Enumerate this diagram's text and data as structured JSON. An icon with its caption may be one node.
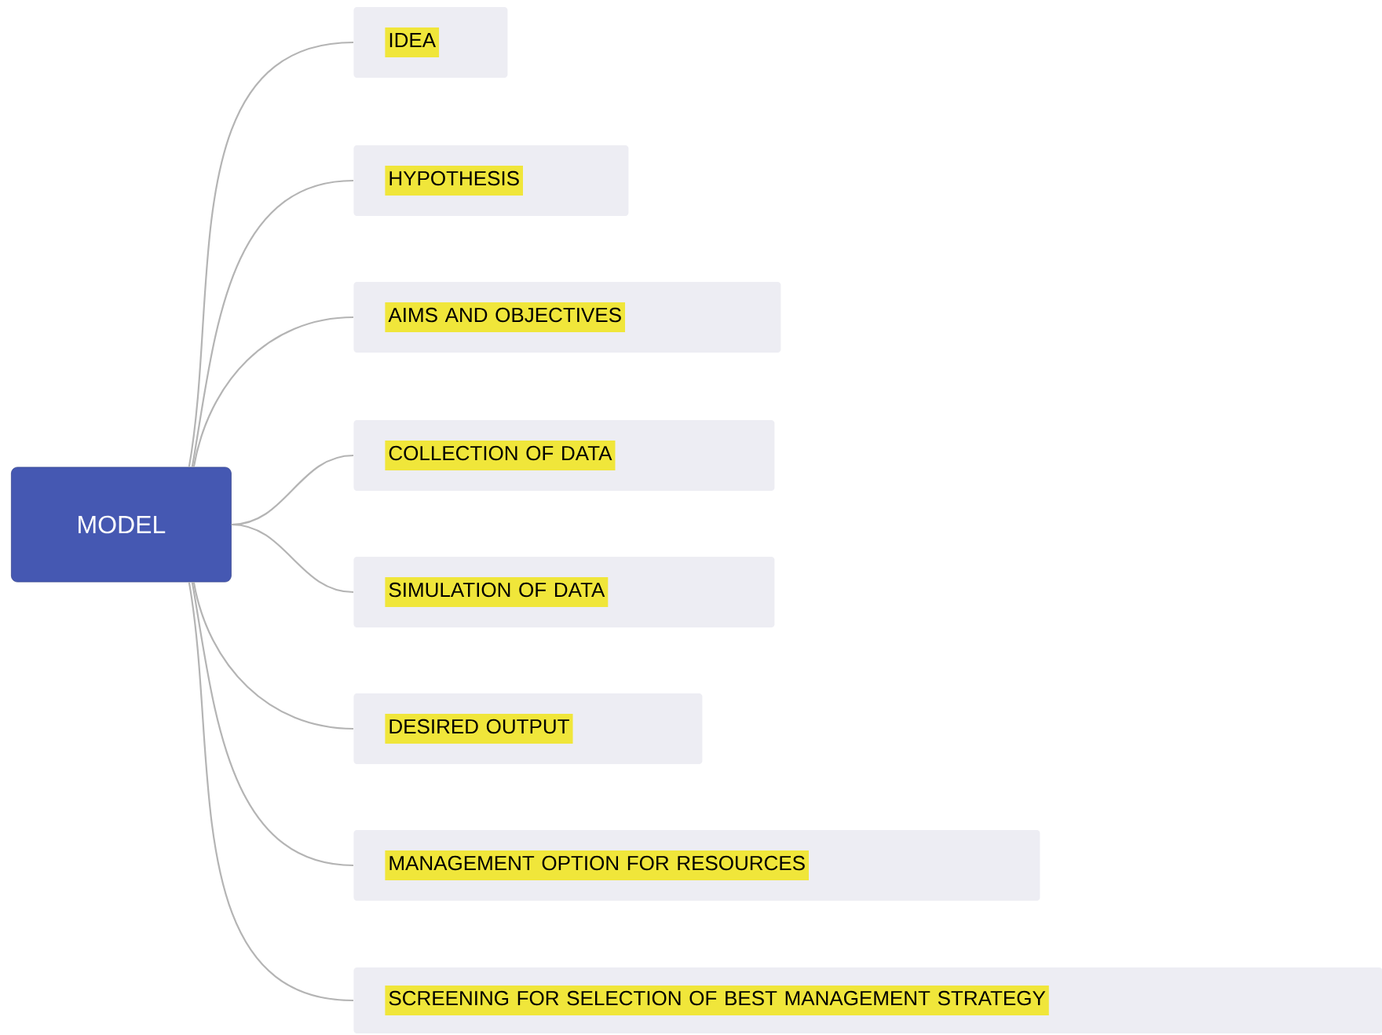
{
  "diagram": {
    "nodes": [
      {
        "text": [
          "MODEL"
        ]
      },
      {
        "text": [
          "IDEA"
        ]
      },
      {
        "text": [
          "HYPOTHESIS"
        ]
      },
      {
        "text": [
          "AIMS AND OBJECTIVES"
        ]
      },
      {
        "text": [
          "COLLECTION OF DATA"
        ]
      },
      {
        "text": [
          "SIMULATION OF DATA"
        ]
      },
      {
        "text": [
          "DESIRED OUTPUT"
        ]
      },
      {
        "text": [
          "MANAGEMENT OPTION FOR RESOURCES"
        ]
      },
      {
        "text": [
          "SCREENING FOR SELECTION OF BEST MANAGEMENT STRATEGY"
        ]
      }
    ],
    "edges": [
      {
        "from": 0,
        "to": 1,
        "arrow": "none"
      },
      {
        "from": 0,
        "to": 2,
        "arrow": "none"
      },
      {
        "from": 0,
        "to": 3,
        "arrow": "none"
      },
      {
        "from": 0,
        "to": 4,
        "arrow": "none"
      },
      {
        "from": 0,
        "to": 5,
        "arrow": "none"
      },
      {
        "from": 0,
        "to": 6,
        "arrow": "none"
      },
      {
        "from": 0,
        "to": 7,
        "arrow": "none"
      },
      {
        "from": 0,
        "to": 8,
        "arrow": "none"
      }
    ]
  }
}
